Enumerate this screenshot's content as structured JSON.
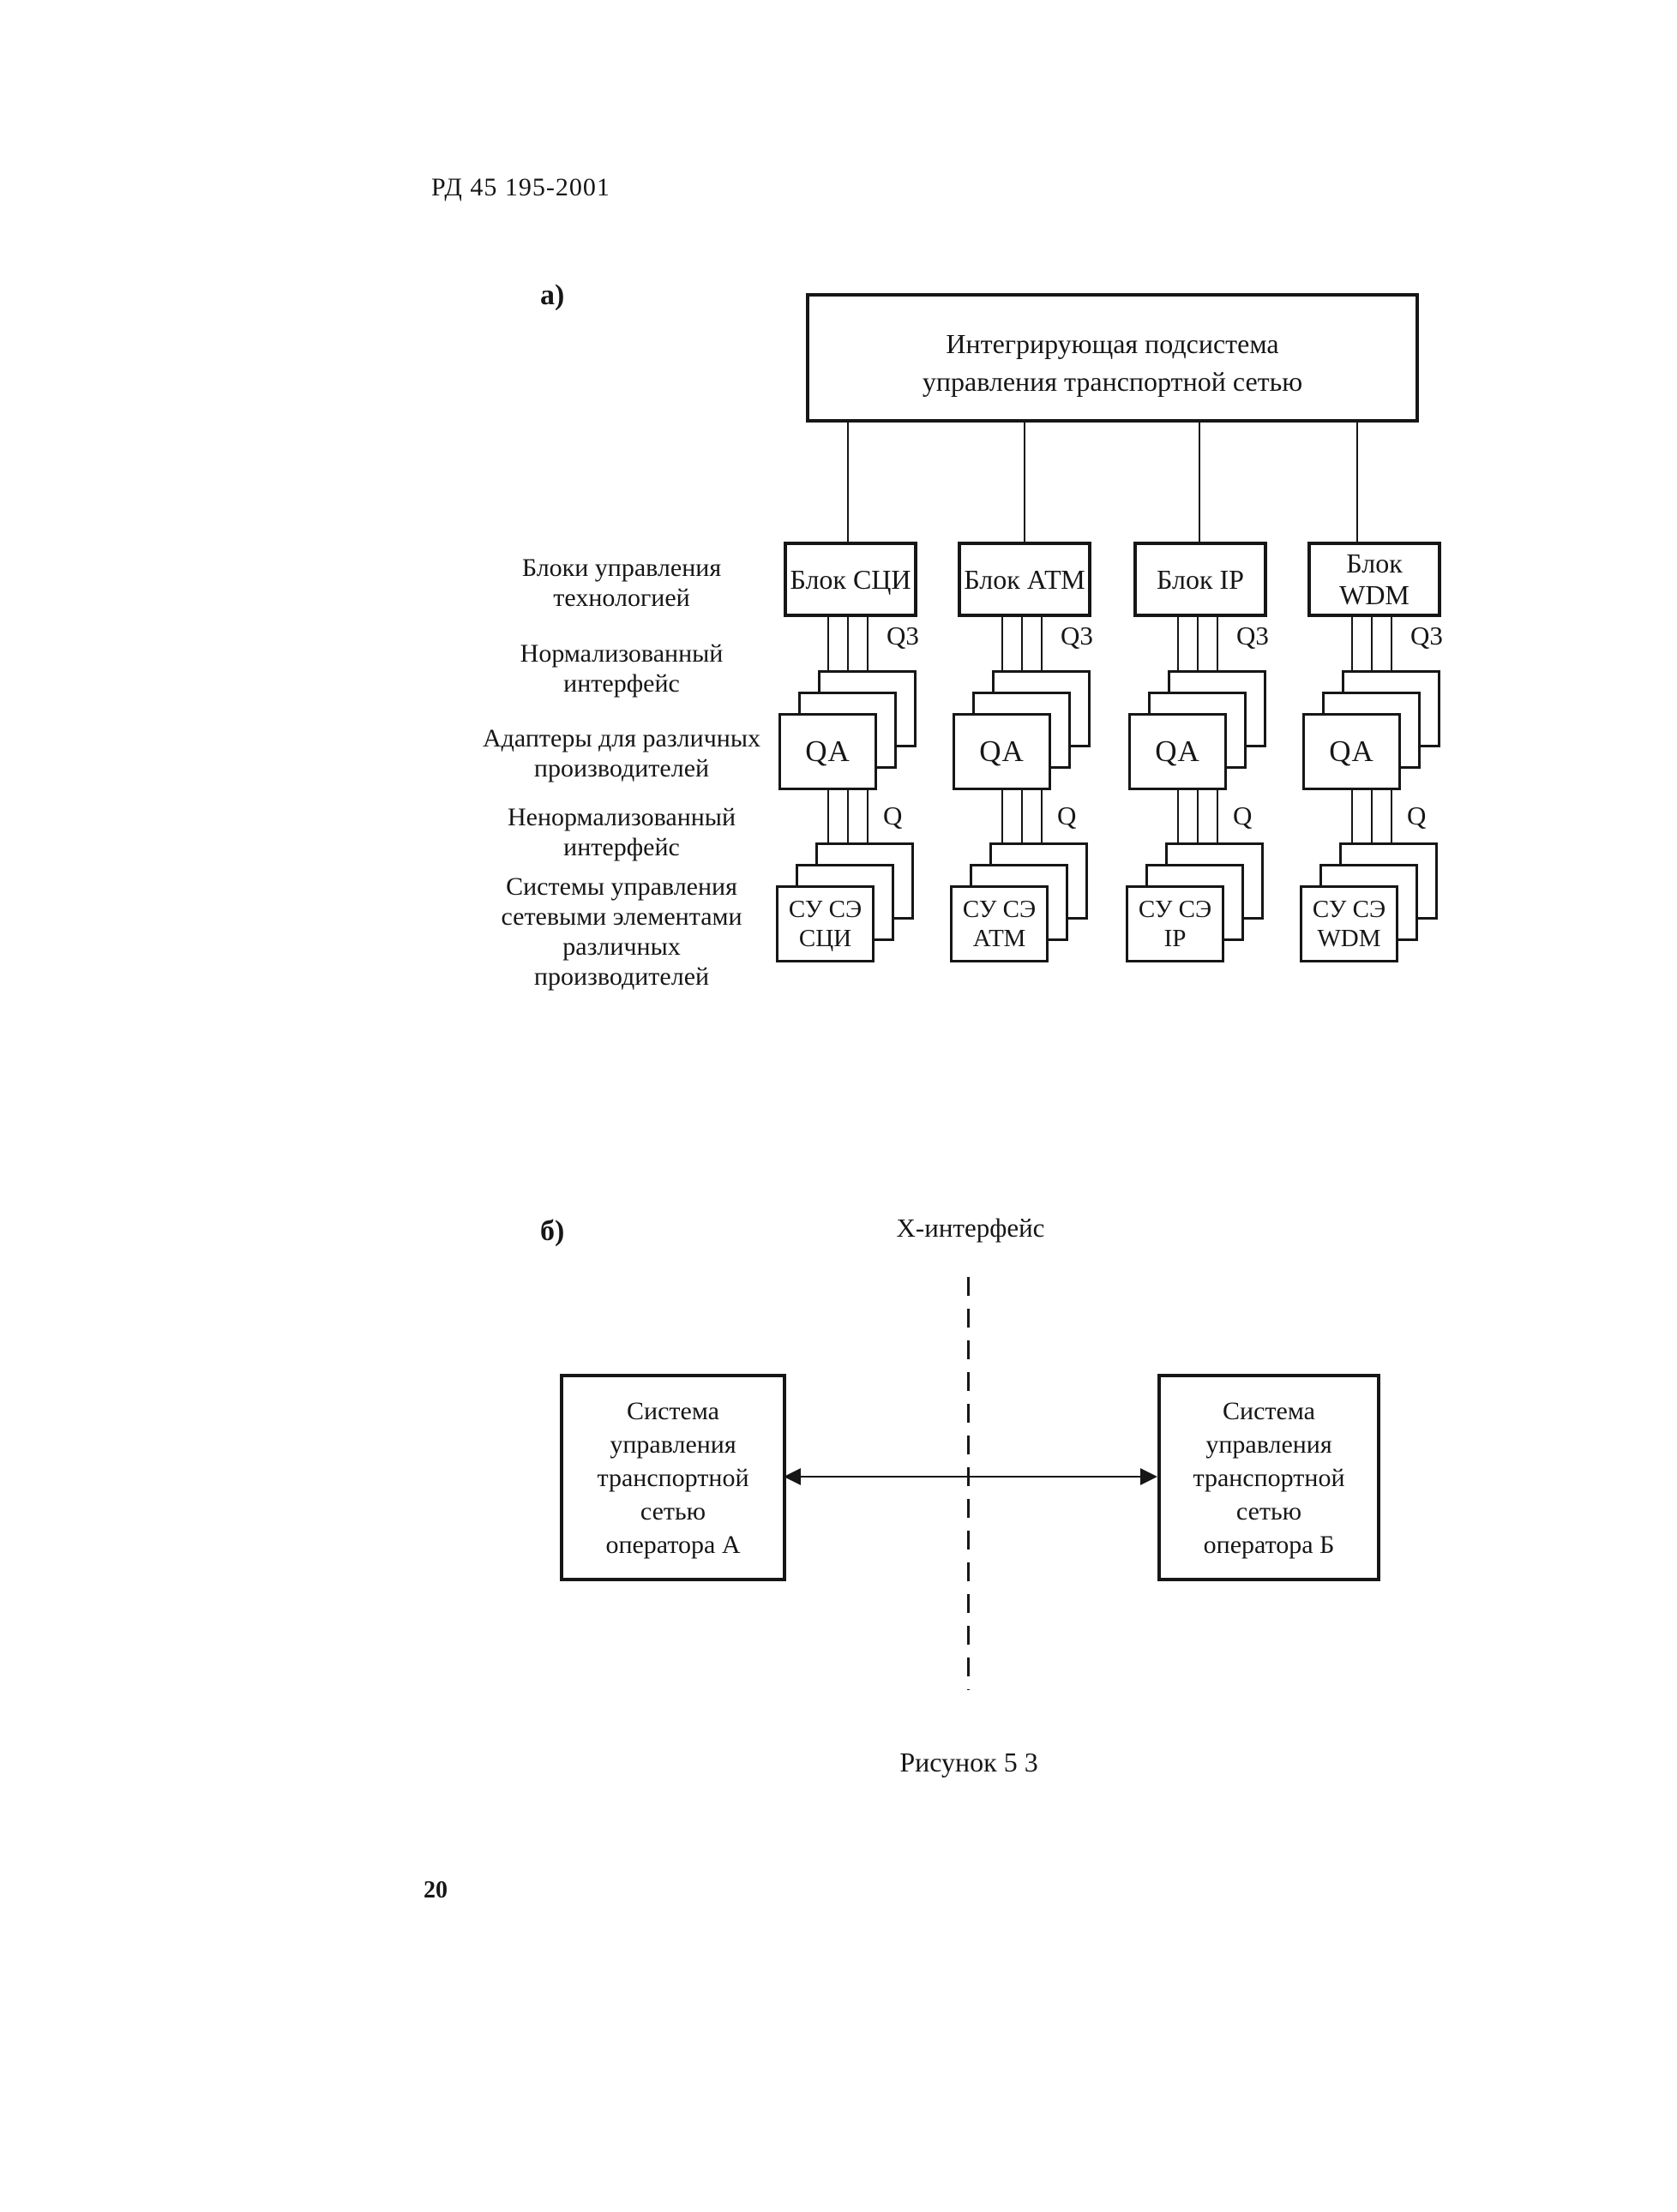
{
  "page": {
    "header": "РД 45 195-2001",
    "caption": "Рисунок 5 3",
    "page_number": "20"
  },
  "colors": {
    "ink": "#161616",
    "paper": "#ffffff"
  },
  "diagram_a": {
    "label": "а)",
    "top_box": {
      "line1": "Интегрирующая подсистема",
      "line2": "управления транспортной сетью"
    },
    "row_labels": [
      {
        "lines": [
          "Блоки управления",
          "технологией"
        ]
      },
      {
        "lines": [
          "Нормализованный",
          "интерфейс"
        ]
      },
      {
        "lines": [
          "Адаптеры для различных",
          "производителей"
        ]
      },
      {
        "lines": [
          "Ненормализованный",
          "интерфейс"
        ]
      },
      {
        "lines": [
          "Системы управления",
          "сетевыми элементами",
          "различных",
          "производителей"
        ]
      }
    ],
    "q3_label": "Q3",
    "q_label": "Q",
    "adapter_label": "QA",
    "columns": [
      {
        "block": "Блок СЦИ",
        "system_line1": "СУ СЭ",
        "system_line2": "СЦИ"
      },
      {
        "block": "Блок АТМ",
        "system_line1": "СУ СЭ",
        "system_line2": "АТМ"
      },
      {
        "block": "Блок IP",
        "system_line1": "СУ СЭ",
        "system_line2": "IP"
      },
      {
        "block": "Блок WDM",
        "system_line1": "СУ СЭ",
        "system_line2": "WDM"
      }
    ]
  },
  "diagram_b": {
    "label": "б)",
    "interface_label": "Х-интерфейс",
    "left_box": {
      "lines": [
        "Система",
        "управления",
        "транспортной",
        "сетью",
        "оператора А"
      ]
    },
    "right_box": {
      "lines": [
        "Система",
        "управления",
        "транспортной",
        "сетью",
        "оператора Б"
      ]
    }
  }
}
